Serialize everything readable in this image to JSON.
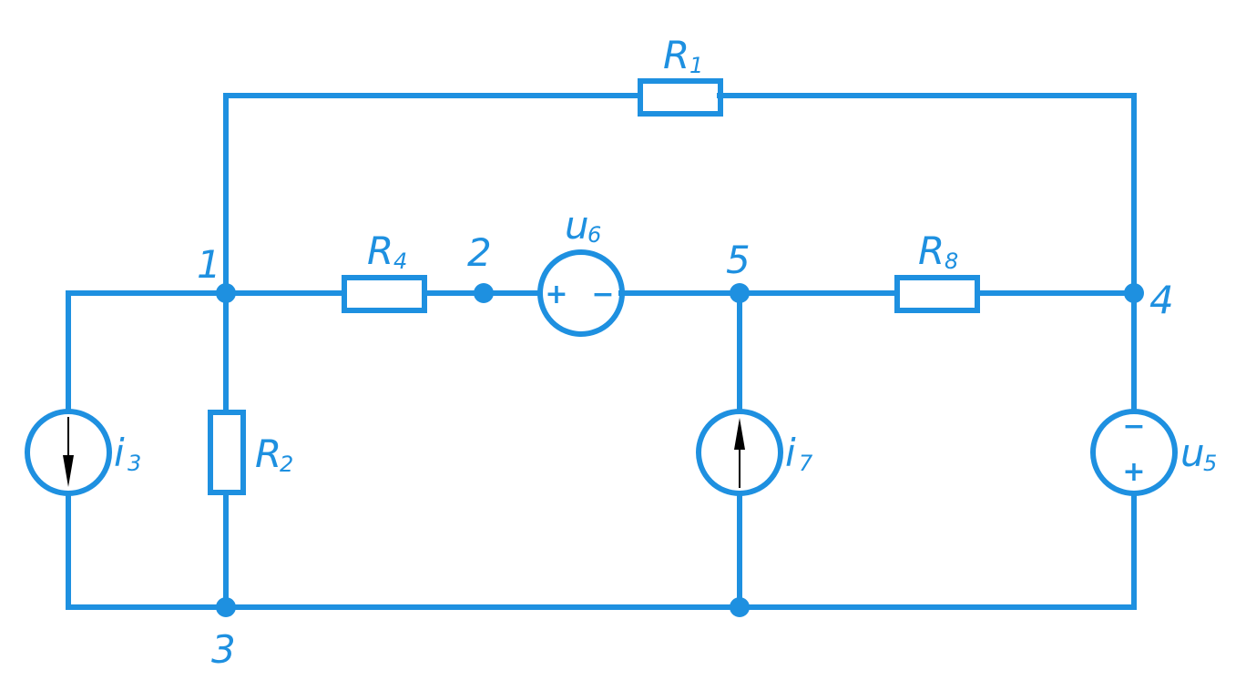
{
  "colors": {
    "wire": "#1e90e0",
    "arrow": "#000000",
    "background": "#ffffff"
  },
  "nodes": [
    {
      "id": "1",
      "label": "1"
    },
    {
      "id": "2",
      "label": "2"
    },
    {
      "id": "3",
      "label": "3"
    },
    {
      "id": "4",
      "label": "4"
    },
    {
      "id": "5",
      "label": "5"
    }
  ],
  "components": {
    "R1": {
      "letter": "R",
      "index": "1",
      "type": "resistor",
      "between": [
        "1",
        "4"
      ]
    },
    "R2": {
      "letter": "R",
      "index": "2",
      "type": "resistor",
      "between": [
        "1",
        "3"
      ]
    },
    "R4": {
      "letter": "R",
      "index": "4",
      "type": "resistor",
      "between": [
        "1",
        "2"
      ]
    },
    "R8": {
      "letter": "R",
      "index": "8",
      "type": "resistor",
      "between": [
        "5",
        "4"
      ]
    },
    "u6": {
      "letter": "u",
      "index": "6",
      "type": "voltage-source",
      "between": [
        "2",
        "5"
      ],
      "plus": "+",
      "minus": "−"
    },
    "u5": {
      "letter": "u",
      "index": "5",
      "type": "voltage-source",
      "between": [
        "4",
        "3"
      ],
      "plus": "+",
      "minus": "−"
    },
    "i3": {
      "letter": "i",
      "index": "3",
      "type": "current-source",
      "between": [
        "1",
        "3"
      ],
      "direction": "down"
    },
    "i7": {
      "letter": "i",
      "index": "7",
      "type": "current-source",
      "between": [
        "3",
        "5"
      ],
      "direction": "up"
    }
  }
}
